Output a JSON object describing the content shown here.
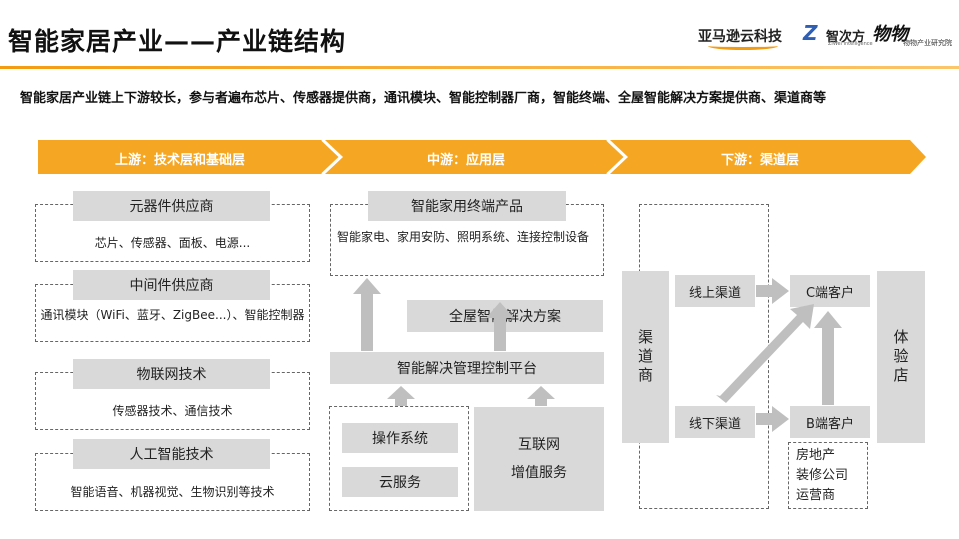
{
  "header": {
    "title": "智能家居产业——产业链结构",
    "logo_amazon": "亚马逊云科技",
    "logo_zhi": "智次方",
    "logo_zhi_sub": "ZiWei Intelligence",
    "logo_ww": "物物",
    "logo_ww_sub": "物物产业研究院"
  },
  "intro": "智能家居产业链上下游较长，参与者遍布芯片、传感器提供商，通讯模块、智能控制器厂商，智能终端、全屋智能解决方案提供商、渠道商等",
  "stages": {
    "upstream": "上游：技术层和基础层",
    "midstream": "中游：应用层",
    "downstream": "下游：渠道层"
  },
  "upstream": [
    {
      "title": "元器件供应商",
      "desc": "芯片、传感器、面板、电源..."
    },
    {
      "title": "中间件供应商",
      "desc": "通讯模块（WiFi、蓝牙、ZigBee...）、智能控制器"
    },
    {
      "title": "物联网技术",
      "desc": "传感器技术、通信技术"
    },
    {
      "title": "人工智能技术",
      "desc": "智能语音、机器视觉、生物识别等技术"
    }
  ],
  "midstream": {
    "terminal_title": "智能家用终端产品",
    "terminal_desc": "智能家电、家用安防、照明系统、连接控制设备",
    "solution": "全屋智能解决方案",
    "platform": "智能解决管理控制平台",
    "os": "操作系统",
    "cloud": "云服务",
    "internet": "互联网",
    "value_added": "增值服务"
  },
  "downstream": {
    "channel": "渠道商",
    "online": "线上渠道",
    "offline": "线下渠道",
    "c_customer": "C端客户",
    "b_customer": "B端客户",
    "b_list": [
      "房地产",
      "装修公司",
      "运营商"
    ],
    "experience": "体验店"
  }
}
